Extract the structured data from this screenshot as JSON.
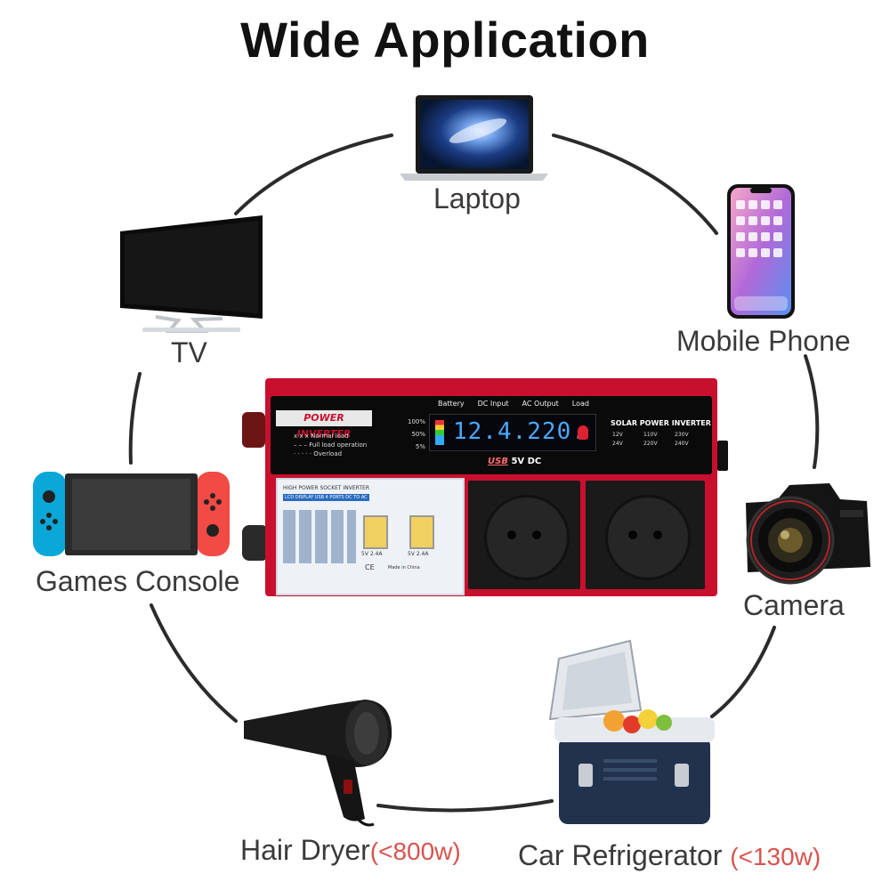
{
  "title": "Wide Application",
  "devices": {
    "laptop": {
      "label": "Laptop"
    },
    "tv": {
      "label": "TV"
    },
    "phone": {
      "label": "Mobile Phone"
    },
    "console": {
      "label": "Games Console"
    },
    "camera": {
      "label": "Camera"
    },
    "dryer": {
      "label": "Hair Dryer",
      "note": "(<800w)"
    },
    "fridge": {
      "label": "Car Refrigerator",
      "note": "(<130w)"
    }
  },
  "inverter": {
    "brand": "POWER INVERTER",
    "levels": [
      "100%",
      "50%",
      "5%"
    ],
    "legend": [
      "Normal load",
      "Full load operation",
      "Overload"
    ],
    "legend_marks": [
      "x x x",
      "– – –",
      "· · · · ·"
    ],
    "display_headers": [
      "Battery",
      "DC Input",
      "AC Output",
      "Load"
    ],
    "display_value": "12.4.220.",
    "usb_label": "USB",
    "usb_output": "5V DC",
    "solar_title": "SOLAR POWER INVERTER",
    "voltages": [
      "12V",
      "110V",
      "230V",
      "24V",
      "220V",
      "240V"
    ],
    "panel_title": "HIGH POWER SOCKET INVERTER",
    "panel_subtitle": "LCD DISPLAY USB 4 PORTS DC TO AC",
    "usb_rating_1": "5V 2.4A",
    "usb_rating_2": "5V 2.4A",
    "made_in": "Made in China",
    "ce": "CE"
  },
  "colors": {
    "inverter_red": "#c8102e",
    "display_blue": "#4aa8ff",
    "note_red": "#d9534f"
  }
}
